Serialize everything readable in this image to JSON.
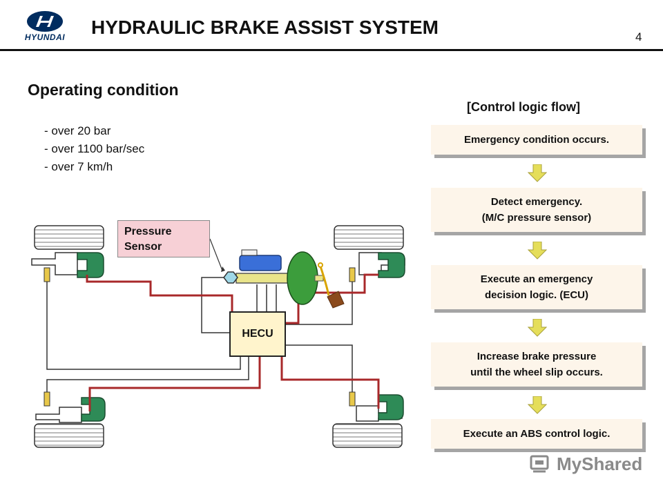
{
  "header": {
    "brand": "HYUNDAI",
    "title": "HYDRAULIC BRAKE ASSIST SYSTEM",
    "page_number": "4"
  },
  "operating": {
    "heading": "Operating condition",
    "items": [
      "- over 20 bar",
      "- over 1100 bar/sec",
      "- over 7 km/h"
    ]
  },
  "diagram": {
    "pressure_sensor_label": [
      "Pressure",
      "Sensor"
    ],
    "hecu_label": "HECU"
  },
  "flow": {
    "title": "[Control logic flow]",
    "steps": [
      "Emergency condition occurs.",
      "Detect emergency.\n(M/C pressure sensor)",
      "Execute an emergency\ndecision logic. (ECU)",
      "Increase brake pressure\nuntil the wheel slip occurs.",
      "Execute an ABS control logic."
    ]
  },
  "watermark": "MyShared",
  "colors": {
    "brake_line": "#a8282a",
    "signal_line": "#333333",
    "caliper": "#2e8b57",
    "flow_box_bg": "#fdf5ea",
    "arrow": "#e5de5a",
    "hecu_bg": "#fff4cc",
    "sensor_label_bg": "#f7d0d6",
    "brand": "#002c5f"
  }
}
